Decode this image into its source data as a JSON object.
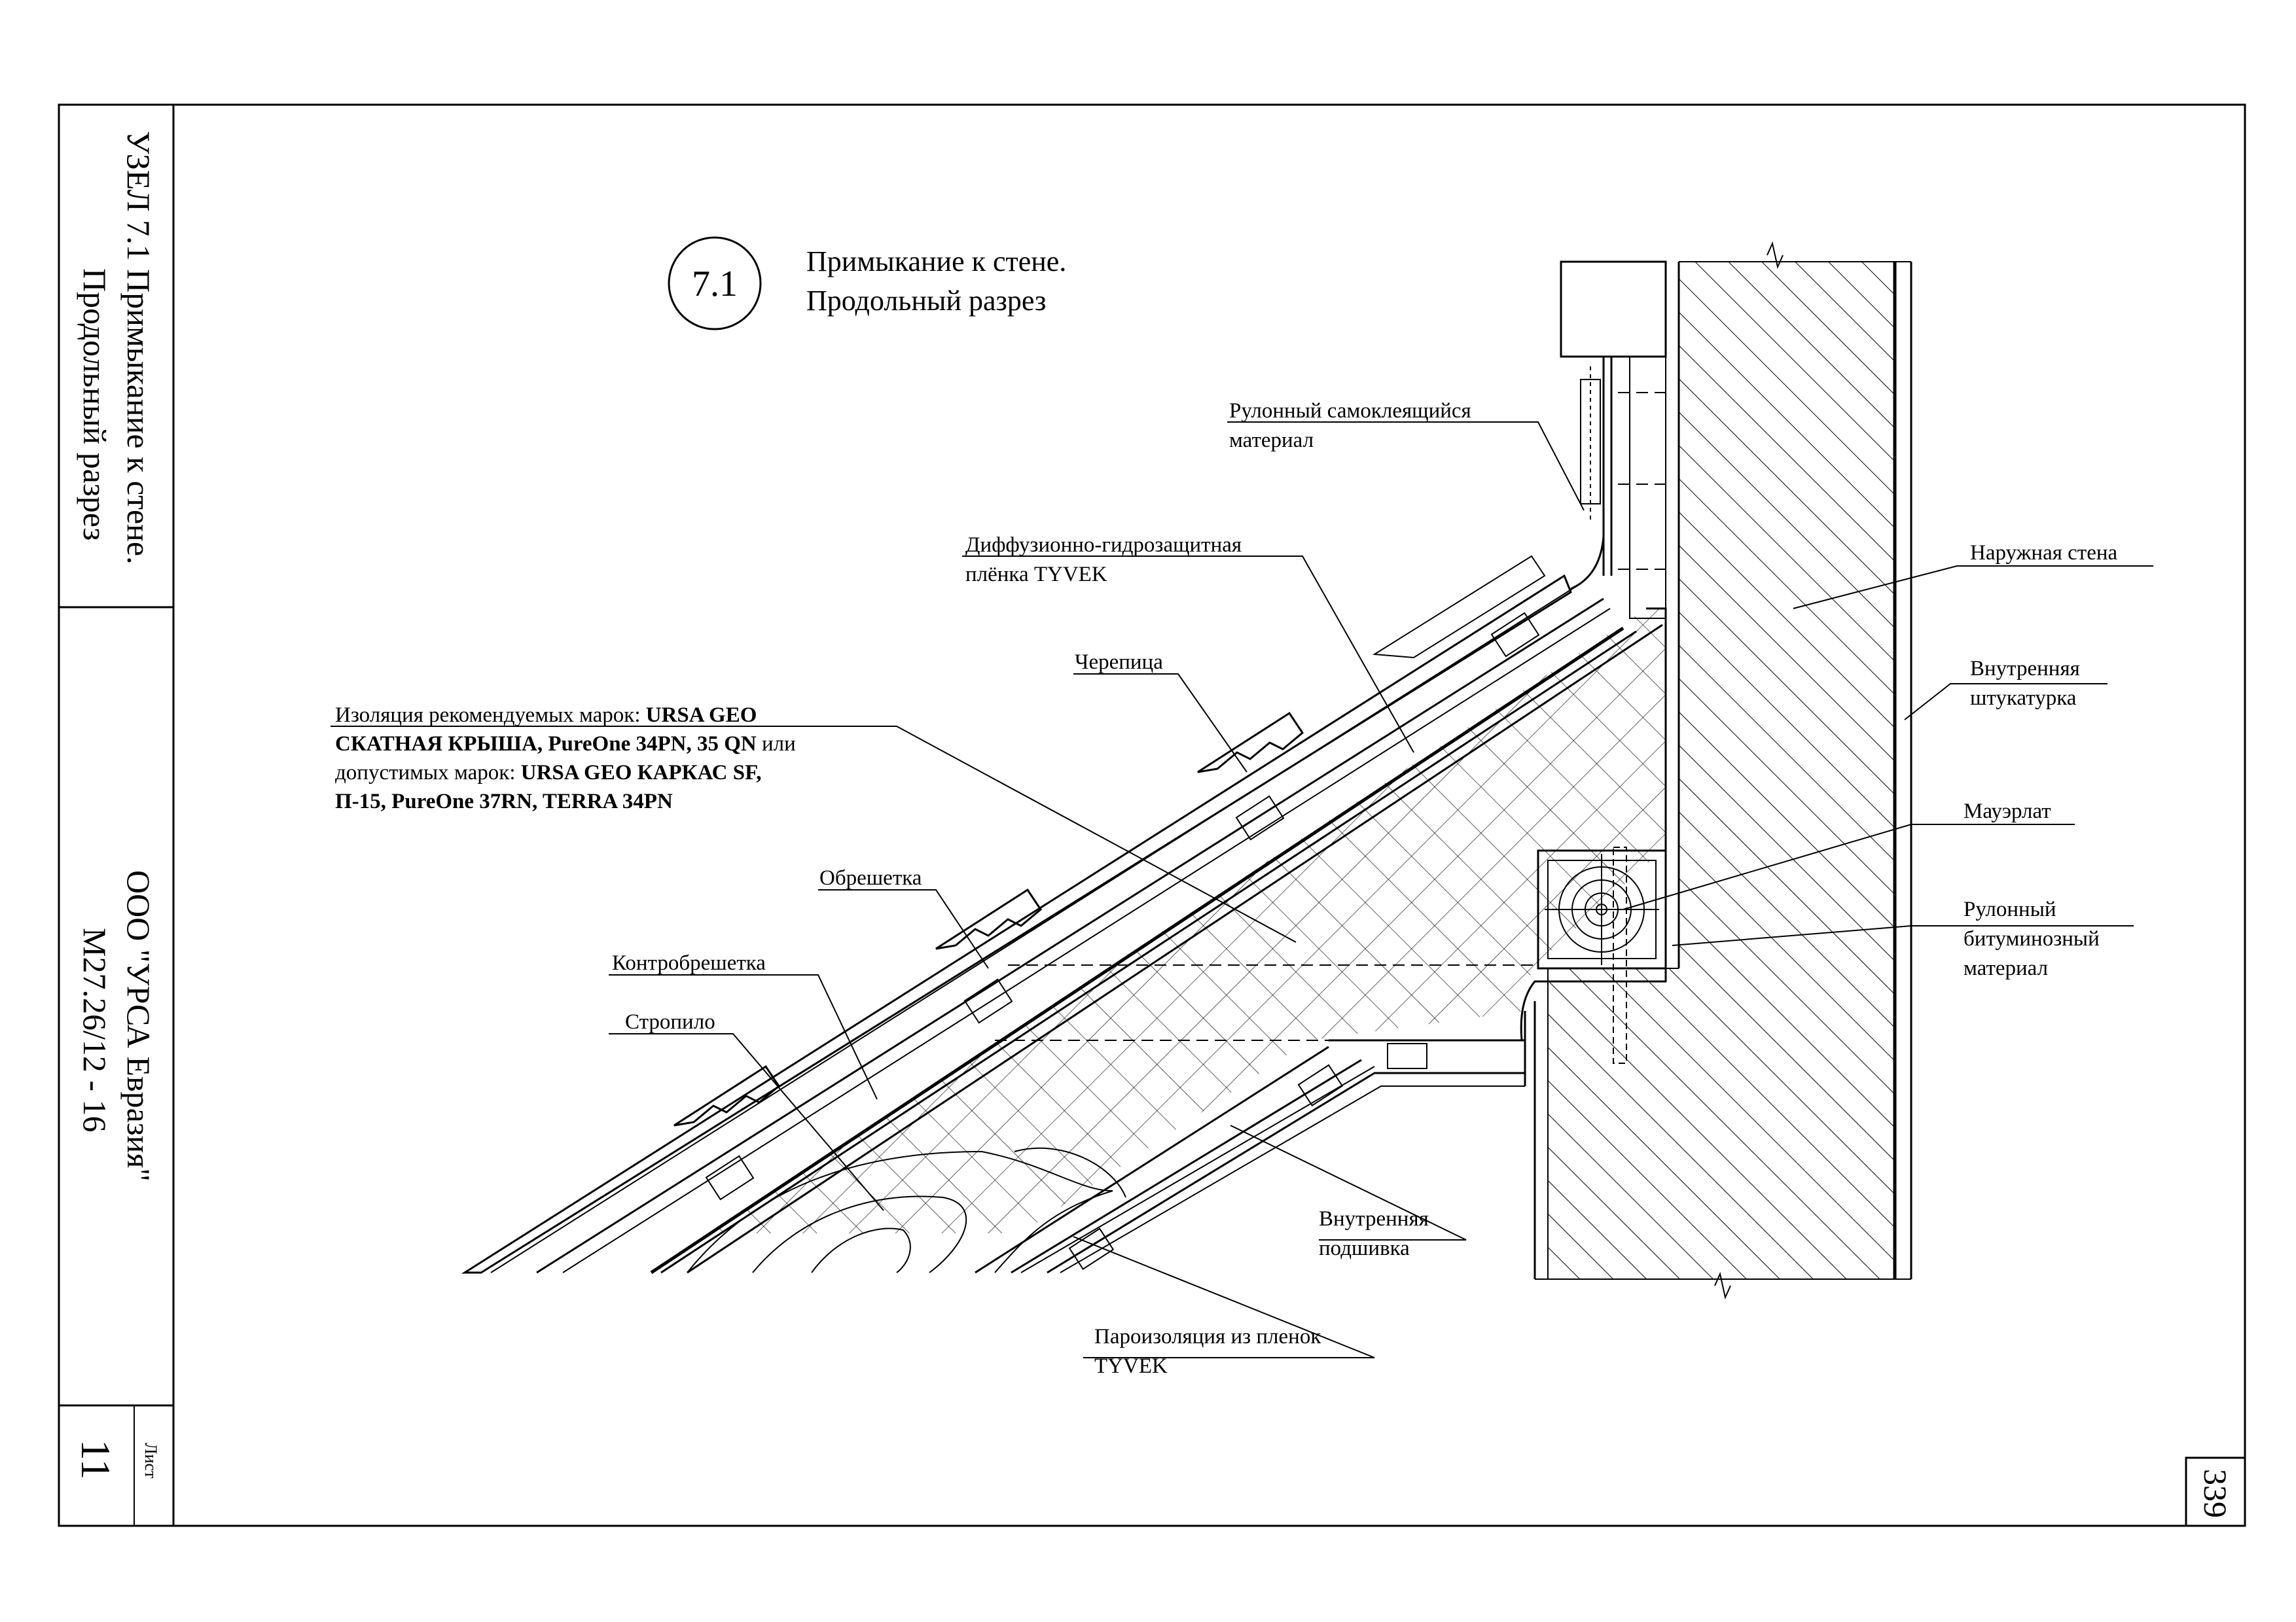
{
  "sidebar": {
    "node_title_line1": "УЗЕЛ 7.1 Примыкание к стене.",
    "node_title_line2": "Продольный разрез",
    "company_line1": "ООО \"УРСА Евразия\"",
    "company_line2": "М27.26/12 - 16",
    "sheet_label": "Лист",
    "sheet_number": "11"
  },
  "page_number": "339",
  "drawing": {
    "node_id": "7.1",
    "title_line1": "Примыкание к стене.",
    "title_line2": "Продольный разрез"
  },
  "labels": {
    "self_adhesive_1": "Рулонный самоклеящийся",
    "self_adhesive_2": "материал",
    "tyvek_1": "Диффузионно-гидрозащитная",
    "tyvek_2": "плёнка TYVEK",
    "tile": "Черепица",
    "insulation_1a": "Изоляция рекомендуемых марок: ",
    "insulation_1b": "URSA GEO",
    "insulation_2a": "СКАТНАЯ КРЫША, PureOne 34PN, 35 QN",
    "insulation_2b": " или",
    "insulation_3a": "допустимых марок: ",
    "insulation_3b": "URSA GEO КАРКАС SF,",
    "insulation_4": "П-15, PureOne 37RN, TERRA 34PN",
    "batten": "Обрешетка",
    "counter_batten": "Контробрешетка",
    "rafter": "Стропило",
    "inner_lining_1": "Внутренняя",
    "inner_lining_2": "подшивка",
    "vapor_1": "Пароизоляция из пленок",
    "vapor_2": "TYVEK",
    "outer_wall": "Наружная стена",
    "plaster_1": "Внутренняя",
    "plaster_2": "штукатурка",
    "mauerlat": "Мауэрлат",
    "bitumen_1": "Рулонный",
    "bitumen_2": "битуминозный",
    "bitumen_3": "материал"
  }
}
